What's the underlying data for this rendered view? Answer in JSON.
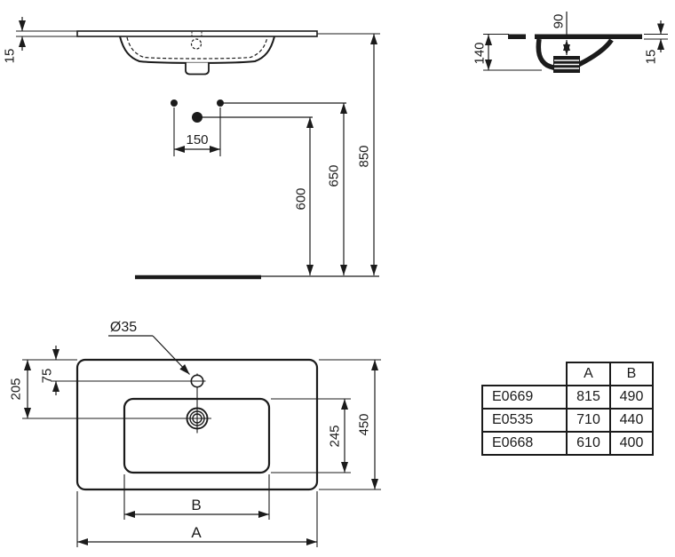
{
  "front_view": {
    "rim_thickness": "15",
    "taphole_spacing": "150",
    "outlet_height": "600",
    "fixing_holes_height": "650",
    "rim_height": "850"
  },
  "side_view": {
    "bowl_inner_depth": "90",
    "total_depth": "140",
    "rim_edge_thickness": "15"
  },
  "plan_view": {
    "taphole_diameter": "Ø35",
    "taphole_offset_from_back": "75",
    "outlet_offset_from_back": "205",
    "bowl_front_to_back": "245",
    "overall_depth": "450",
    "bowl_width_label": "B",
    "overall_width_label": "A"
  },
  "size_table": {
    "columns": [
      "A",
      "B"
    ],
    "rows": [
      {
        "model": "E0669",
        "a": "815",
        "b": "490"
      },
      {
        "model": "E0535",
        "a": "710",
        "b": "440"
      },
      {
        "model": "E0668",
        "a": "610",
        "b": "400"
      }
    ]
  },
  "colors": {
    "line": "#1b1b1b",
    "background": "#ffffff"
  }
}
